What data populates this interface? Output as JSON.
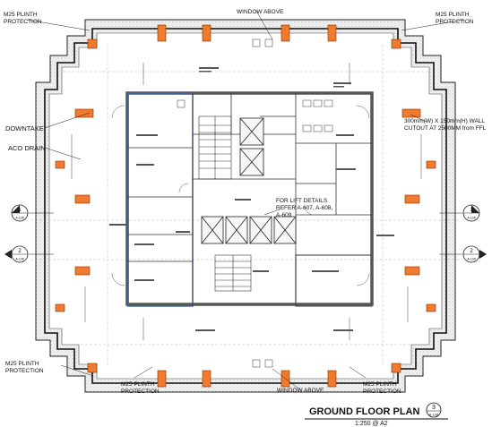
{
  "callouts": {
    "plinth_top_left": [
      "M25 PLINTH",
      "PROTECTION"
    ],
    "plinth_top_right": [
      "M25 PLINTH",
      "PROTECTION"
    ],
    "plinth_left_low": [
      "M25 PLINTH",
      "PROTECTION"
    ],
    "plinth_bottom_left": [
      "M25 PLINTH",
      "PROTECTION"
    ],
    "plinth_bottom_right": [
      "M25 PLINTH",
      "PROTECTION"
    ],
    "window_top": "WINDOW ABOVE",
    "window_bottom": "WINDOW ABOVE",
    "downtake": "DOWNTAKE",
    "aco_drain": "ACO DRAIN",
    "wall_cutout": [
      "300mm(W) X 150mm(H) WALL",
      "CUTOUT AT 2500MM from FFL"
    ],
    "lift_details": [
      "FOR LIFT DETAILS",
      "REFER A-607, A-608,",
      "A-609"
    ]
  },
  "section_markers": [
    {
      "id": "left-1",
      "number": "1",
      "ref": "A-108"
    },
    {
      "id": "left-2",
      "number": "2",
      "ref": "A-108"
    },
    {
      "id": "right-1",
      "number": "1",
      "ref": "A-108"
    },
    {
      "id": "right-2",
      "number": "2",
      "ref": "A-108"
    }
  ],
  "title_block": {
    "title": "GROUND FLOOR PLAN",
    "scale": "1:250 @ A2",
    "number": "3",
    "sheet": "A-108"
  }
}
